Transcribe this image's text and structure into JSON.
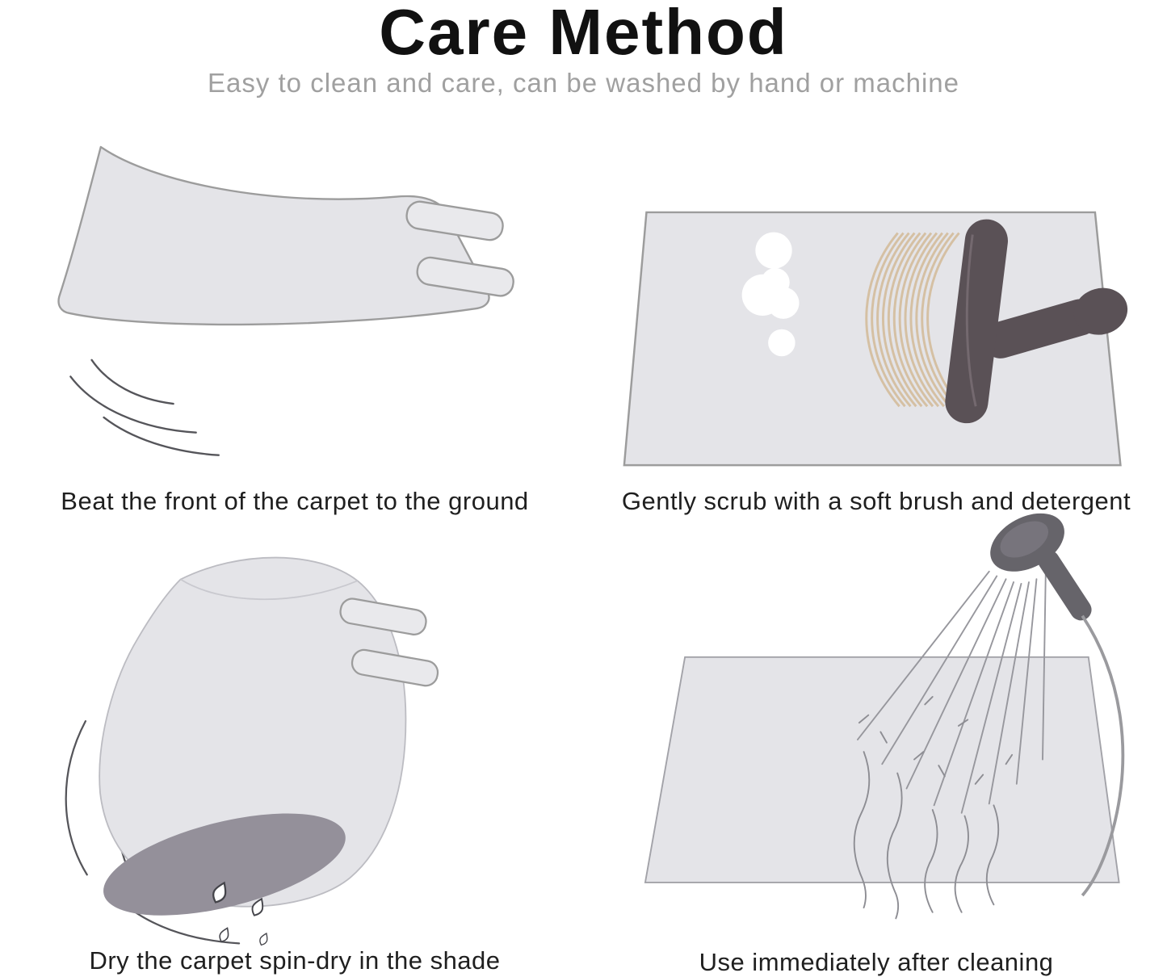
{
  "header": {
    "title": "Care Method",
    "subtitle": "Easy to clean and care, can be washed by hand or machine"
  },
  "steps": [
    {
      "illustration": "carpet-beating",
      "caption": "Beat the front of the carpet to the ground"
    },
    {
      "illustration": "brush-scrubbing",
      "caption": "Gently scrub with a soft brush and detergent"
    },
    {
      "illustration": "carpet-spin-dry",
      "caption": "Dry the carpet spin-dry in the shade"
    },
    {
      "illustration": "shower-rinse",
      "caption": "Use immediately after cleaning"
    }
  ],
  "colors": {
    "carpet_fill": "#e4e4e8",
    "carpet_stroke": "#9c9c9c",
    "brush_body": "#5a5156",
    "bristle": "#d5c0a3",
    "roll_end_fill": "#94909a",
    "shower_head": "#66646a",
    "motion_line": "#55555a",
    "water_line": "#97979d",
    "title_text": "#111111",
    "subtitle_text": "#a0a0a0",
    "caption_text": "#1f1f1f"
  }
}
